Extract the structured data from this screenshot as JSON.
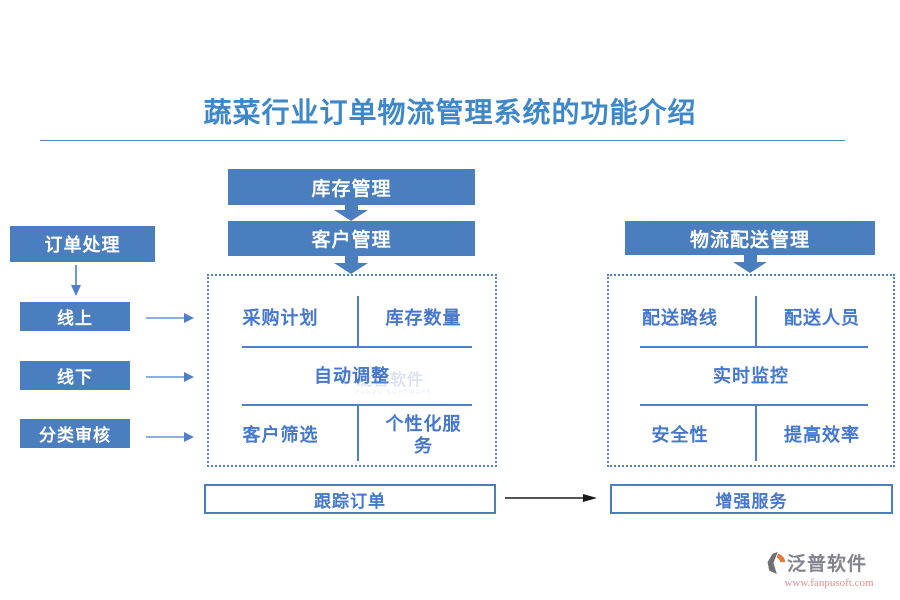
{
  "title": "蔬菜行业订单物流管理系统的功能介绍",
  "colors": {
    "primary": "#4A7EBE",
    "title": "#3E87C9",
    "text_blue": "#4577CC",
    "line_blue": "#4F7FC9",
    "arrow_light": "#7BA3DC",
    "arrow_black": "#1A1A1A",
    "logo_gray": "#83838D",
    "logo_orange": "#E07B39",
    "logo_url": "#E0908E",
    "watermark": "#B9C8E2"
  },
  "left_column": {
    "header": "订单处理",
    "items": [
      "线上",
      "线下",
      "分类审核"
    ]
  },
  "center_flow": {
    "box1": "库存管理",
    "box2": "客户管理"
  },
  "center_panel": {
    "cells": [
      "采购计划",
      "库存数量"
    ],
    "middle": "自动调整",
    "cells2": [
      "客户筛选",
      "个性化服务"
    ]
  },
  "right_flow": {
    "header": "物流配送管理"
  },
  "right_panel": {
    "cells": [
      "配送路线",
      "配送人员"
    ],
    "middle": "实时监控",
    "cells2": [
      "安全性",
      "提高效率"
    ]
  },
  "bottom_flow": {
    "left": "跟踪订单",
    "right": "增强服务"
  },
  "watermark": {
    "text": "泛普软件",
    "subtext": "FANPU SOFTWARE"
  },
  "footer": {
    "brand": "泛普软件",
    "url": "www.fanpusoft.com"
  }
}
